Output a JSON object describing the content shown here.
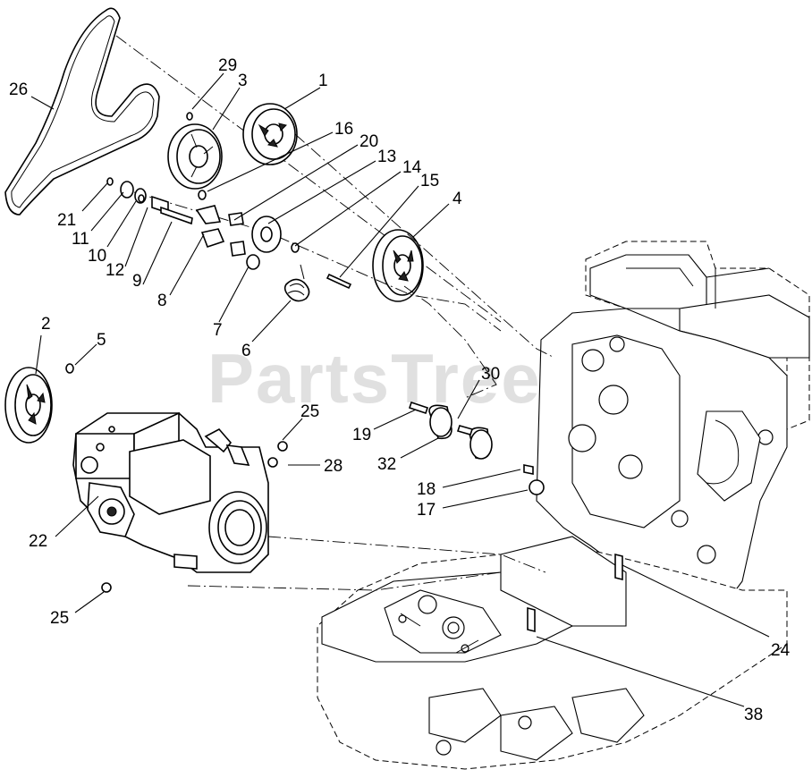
{
  "watermark": "PartsTree",
  "callouts": [
    {
      "id": "26",
      "label": "26"
    },
    {
      "id": "29",
      "label": "29"
    },
    {
      "id": "3",
      "label": "3"
    },
    {
      "id": "1",
      "label": "1"
    },
    {
      "id": "16",
      "label": "16"
    },
    {
      "id": "20",
      "label": "20"
    },
    {
      "id": "13",
      "label": "13"
    },
    {
      "id": "14",
      "label": "14"
    },
    {
      "id": "15",
      "label": "15"
    },
    {
      "id": "4",
      "label": "4"
    },
    {
      "id": "21",
      "label": "21"
    },
    {
      "id": "11",
      "label": "11"
    },
    {
      "id": "10",
      "label": "10"
    },
    {
      "id": "12",
      "label": "12"
    },
    {
      "id": "9",
      "label": "9"
    },
    {
      "id": "8",
      "label": "8"
    },
    {
      "id": "7",
      "label": "7"
    },
    {
      "id": "6",
      "label": "6"
    },
    {
      "id": "2",
      "label": "2"
    },
    {
      "id": "5",
      "label": "5"
    },
    {
      "id": "25a",
      "label": "25"
    },
    {
      "id": "28",
      "label": "28"
    },
    {
      "id": "30",
      "label": "30"
    },
    {
      "id": "19",
      "label": "19"
    },
    {
      "id": "32",
      "label": "32"
    },
    {
      "id": "18",
      "label": "18"
    },
    {
      "id": "17",
      "label": "17"
    },
    {
      "id": "22",
      "label": "22"
    },
    {
      "id": "25b",
      "label": "25"
    },
    {
      "id": "24",
      "label": "24"
    },
    {
      "id": "38",
      "label": "38"
    }
  ]
}
